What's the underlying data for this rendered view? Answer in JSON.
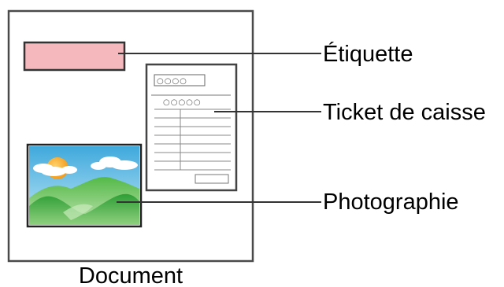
{
  "document_label": "Document",
  "receipt": {
    "header_dots": "○○○○",
    "subheader_dots": "○○○○○"
  },
  "callouts": {
    "label": "Étiquette",
    "receipt": "Ticket de caisse",
    "photo": "Photographie"
  },
  "colors": {
    "label_fill": "#f4b8bd",
    "sky": "#74c8e8",
    "sun": "#f6a827",
    "hills": "#3dab3a",
    "outline": "#3a3a3a"
  }
}
